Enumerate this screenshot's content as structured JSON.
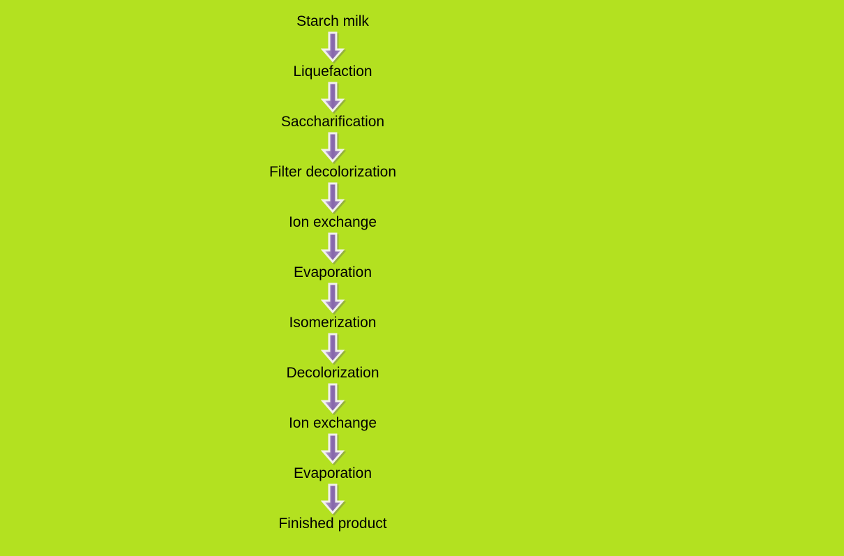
{
  "diagram": {
    "type": "flowchart",
    "direction": "top-to-bottom",
    "colors": {
      "background": "#b3e120",
      "text": "#000000",
      "arrow-outline": "#f2f0ec",
      "arrow-fill-light": "#cabbdc",
      "arrow-fill-dark": "#8565aa"
    },
    "steps": [
      {
        "label": "Starch milk"
      },
      {
        "label": "Liquefaction"
      },
      {
        "label": "Saccharification"
      },
      {
        "label": "Filter decolorization"
      },
      {
        "label": "Ion exchange"
      },
      {
        "label": "Evaporation"
      },
      {
        "label": "Isomerization"
      },
      {
        "label": "Decolorization"
      },
      {
        "label": "Ion exchange"
      },
      {
        "label": "Evaporation"
      },
      {
        "label": "Finished product"
      }
    ]
  }
}
